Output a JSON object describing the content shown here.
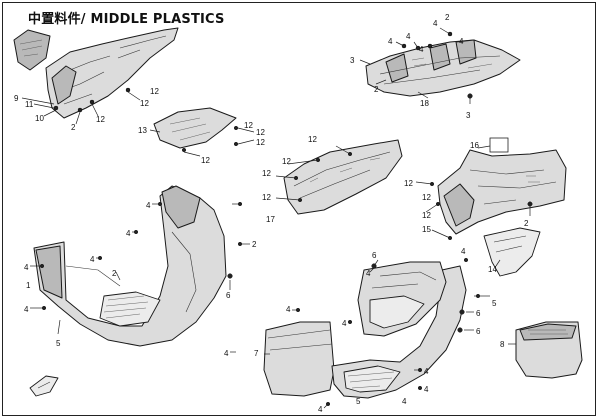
{
  "title": "中置料件/ MIDDLE PLASTICS",
  "groups": [
    {
      "id": "upper-left-panel",
      "callouts": [
        "9",
        "11",
        "10",
        "2",
        "12",
        "12",
        "12"
      ]
    },
    {
      "id": "bracket-13",
      "callouts": [
        "13",
        "12",
        "12",
        "12",
        "12"
      ]
    },
    {
      "id": "top-right-assembly",
      "callouts": [
        "2",
        "4",
        "4",
        "4",
        "4",
        "4",
        "3",
        "2",
        "18",
        "3"
      ]
    },
    {
      "id": "middle-panel-17",
      "callouts": [
        "12",
        "12",
        "12",
        "12",
        "17"
      ]
    },
    {
      "id": "right-panel-16",
      "callouts": [
        "16",
        "12",
        "12",
        "12",
        "15",
        "2",
        "14"
      ]
    },
    {
      "id": "left-floor-assembly",
      "callouts": [
        "4",
        "4",
        "2",
        "4",
        "4",
        "1",
        "4",
        "5",
        "6",
        "2"
      ]
    },
    {
      "id": "right-floor-assembly",
      "callouts": [
        "6",
        "4",
        "4",
        "4",
        "4",
        "5",
        "6",
        "6",
        "5",
        "4",
        "7",
        "4",
        "4",
        "4",
        "4",
        "8"
      ]
    }
  ]
}
